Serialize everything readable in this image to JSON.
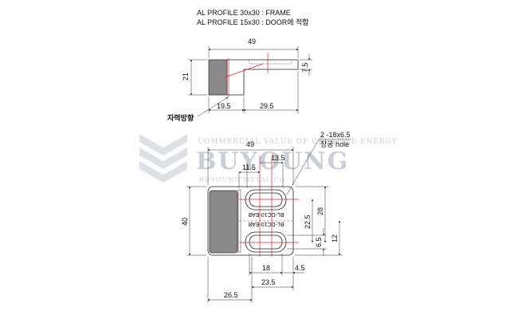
{
  "notes": {
    "line1": "AL PROFILE 30x30 : FRAME",
    "line2": "AL PROFILE 15x30 : DOOR에  적합"
  },
  "top_view": {
    "width": "49",
    "height": "21",
    "depth": "7.5",
    "left_part": "19.5",
    "right_part": "29.5",
    "label": "자력방향"
  },
  "front_view": {
    "width": "49",
    "height": "40",
    "hole_spacing": "11.5",
    "hole_width": "13.5",
    "hole_label": "2 -18x6.5",
    "hole_label2": "장공  hole",
    "dim_22_5": "22.5",
    "dim_28": "28",
    "dim_6_5": "6.5",
    "dim_12": "12",
    "dim_18": "18",
    "dim_4_5": "4.5",
    "dim_23_5": "23.5",
    "dim_26_5": "26.5",
    "part_code": "BL-DC10-EAB"
  },
  "watermark": {
    "line1": "COMMERCIAL VALUE OF CREATIVE ENERGY",
    "line2": "BUYOUNG",
    "line3": "BUYOUNG METAL CO"
  },
  "colors": {
    "red": "#e0202a",
    "gray": "#8a8a8a"
  }
}
